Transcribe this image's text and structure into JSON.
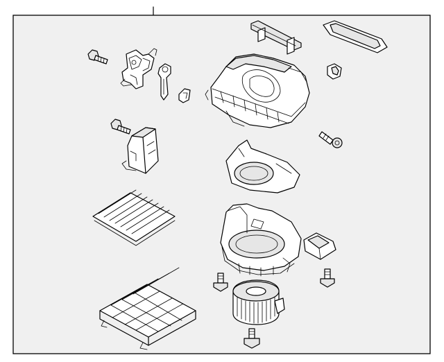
{
  "diagram": {
    "style": "exploded parts illustration, line art",
    "colors": {
      "background": "#ffffff",
      "frame_fill": "#f0f0f0",
      "line": "#000000",
      "part_fill": "#e6e6e6"
    },
    "parts": [
      {
        "id": "screw-upper-left",
        "icon": "screw-icon"
      },
      {
        "id": "actuator-bracket",
        "icon": "bracket-icon"
      },
      {
        "id": "actuator-arm",
        "icon": "lever-icon"
      },
      {
        "id": "small-clip",
        "icon": "clip-icon"
      },
      {
        "id": "seal-strip",
        "icon": "seal-icon"
      },
      {
        "id": "gasket-frame",
        "icon": "gasket-icon"
      },
      {
        "id": "upper-case",
        "icon": "housing-icon"
      },
      {
        "id": "retainer-clip",
        "icon": "clip-icon"
      },
      {
        "id": "screw-middle-left",
        "icon": "screw-icon"
      },
      {
        "id": "resistor-module",
        "icon": "module-icon"
      },
      {
        "id": "screw-right",
        "icon": "screw-icon"
      },
      {
        "id": "inlet-cover",
        "icon": "cover-icon"
      },
      {
        "id": "cabin-air-filter",
        "icon": "filter-icon"
      },
      {
        "id": "scroll-housing",
        "icon": "housing-icon"
      },
      {
        "id": "connector",
        "icon": "connector-icon"
      },
      {
        "id": "bolt-left",
        "icon": "bolt-icon"
      },
      {
        "id": "bolt-right",
        "icon": "bolt-icon"
      },
      {
        "id": "filter-tray",
        "icon": "tray-icon"
      },
      {
        "id": "blower-motor-fan",
        "icon": "fan-icon"
      },
      {
        "id": "bolt-bottom",
        "icon": "bolt-icon"
      }
    ]
  }
}
